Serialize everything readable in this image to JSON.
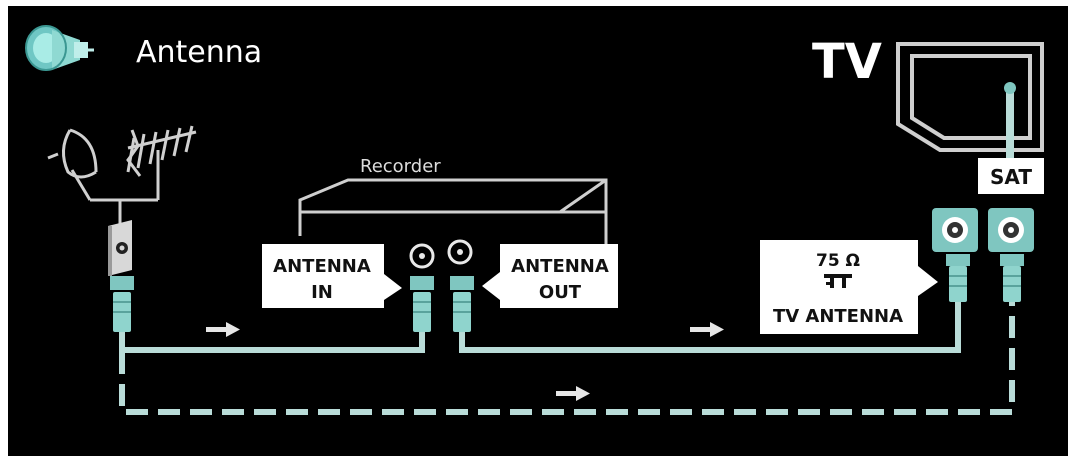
{
  "header": {
    "title": "Antenna",
    "icon": "antenna-plug-icon"
  },
  "tv": {
    "label": "TV",
    "icon": "tv-icon",
    "sat_label": "SAT",
    "antenna_label_line1": "75 Ω",
    "antenna_symbol": "antenna-symbol-icon",
    "antenna_label_line2": "TV ANTENNA"
  },
  "recorder": {
    "label": "Recorder",
    "in_label_line1": "ANTENNA",
    "in_label_line2": "IN",
    "out_label_line1": "ANTENNA",
    "out_label_line2": "OUT"
  },
  "source": {
    "dish_icon": "satellite-dish-icon",
    "aerial_icon": "aerial-antenna-icon",
    "wall_socket_icon": "wall-socket-icon"
  },
  "colors": {
    "background": "#000000",
    "cable": "#b9dcd8",
    "connector": "#7fc6c0",
    "label_bg": "#ffffff",
    "label_text": "#111111",
    "line_art": "#cfcfcf",
    "arrow": "#e6e6e6"
  }
}
